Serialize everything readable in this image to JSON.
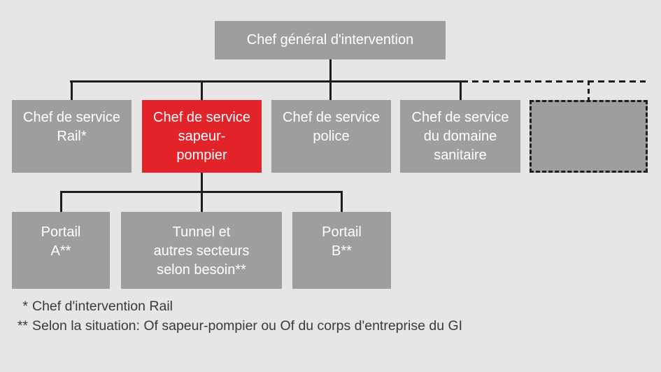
{
  "colors": {
    "background": "#e5e6e5",
    "box_gray": "#9d9e9d",
    "box_red": "#e2242a",
    "line": "#1d1d1b",
    "text_light": "#ffffff",
    "text_dark": "#3a3a39"
  },
  "org_chart": {
    "root": {
      "label": "Chef général d'intervention"
    },
    "level2": [
      {
        "id": "rail",
        "label": "Chef de service\nRail*",
        "variant": "gray"
      },
      {
        "id": "fire",
        "label": "Chef de service\nsapeur-\npompier",
        "variant": "red"
      },
      {
        "id": "police",
        "label": "Chef de service\npolice",
        "variant": "gray"
      },
      {
        "id": "medical",
        "label": "Chef de service\ndu domaine\nsanitaire",
        "variant": "gray"
      },
      {
        "id": "reserved",
        "label": "",
        "variant": "dashed"
      }
    ],
    "level3": [
      {
        "id": "portal-a",
        "label": "Portail\nA**"
      },
      {
        "id": "tunnel",
        "label": "Tunnel et\nautres secteurs\nselon besoin**"
      },
      {
        "id": "portal-b",
        "label": "Portail\nB**"
      }
    ],
    "footnotes": [
      {
        "marker": "*",
        "text": "Chef d'intervention Rail"
      },
      {
        "marker": "**",
        "text": "Selon la situation: Of sapeur-pompier ou Of du corps d'entreprise du GI"
      }
    ]
  }
}
